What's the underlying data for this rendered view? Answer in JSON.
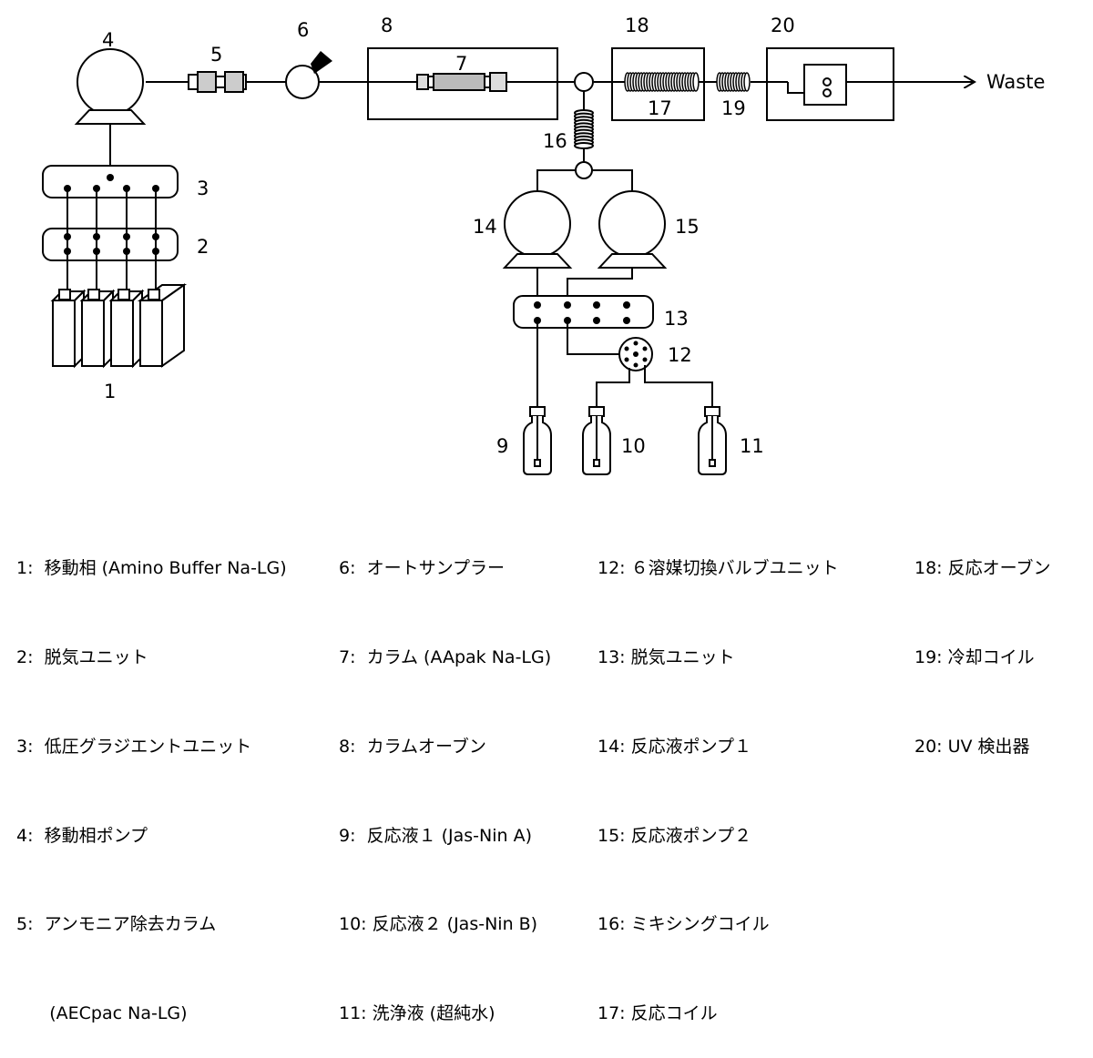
{
  "diagram": {
    "labels": {
      "n1": "1",
      "n2": "2",
      "n3": "3",
      "n4": "4",
      "n5": "5",
      "n6": "6",
      "n7": "7",
      "n8": "8",
      "n9": "9",
      "n10": "10",
      "n11": "11",
      "n12": "12",
      "n13": "13",
      "n14": "14",
      "n15": "15",
      "n16": "16",
      "n17": "17",
      "n18": "18",
      "n19": "19",
      "n20": "20"
    },
    "waste": "Waste"
  },
  "legend": {
    "col1": [
      "1:  移動相 (Amino Buffer Na-LG)",
      "2:  脱気ユニット",
      "3:  低圧グラジエントユニット",
      "4:  移動相ポンプ",
      "5:  アンモニア除去カラム",
      "      (AECpac Na-LG)"
    ],
    "col2": [
      "6:  オートサンプラー",
      "7:  カラム (AApak Na-LG)",
      "8:  カラムオーブン",
      "9:  反応液１ (Jas-Nin A)",
      "10: 反応液２ (Jas-Nin B)",
      "11: 洗浄液 (超純水)"
    ],
    "col3": [
      "12: ６溶媒切換バルブユニット",
      "13: 脱気ユニット",
      "14: 反応液ポンプ１",
      "15: 反応液ポンプ２",
      "16: ミキシングコイル",
      "17: 反応コイル"
    ],
    "col4": [
      "18: 反応オーブン",
      "19: 冷却コイル",
      "20: UV 検出器"
    ]
  }
}
